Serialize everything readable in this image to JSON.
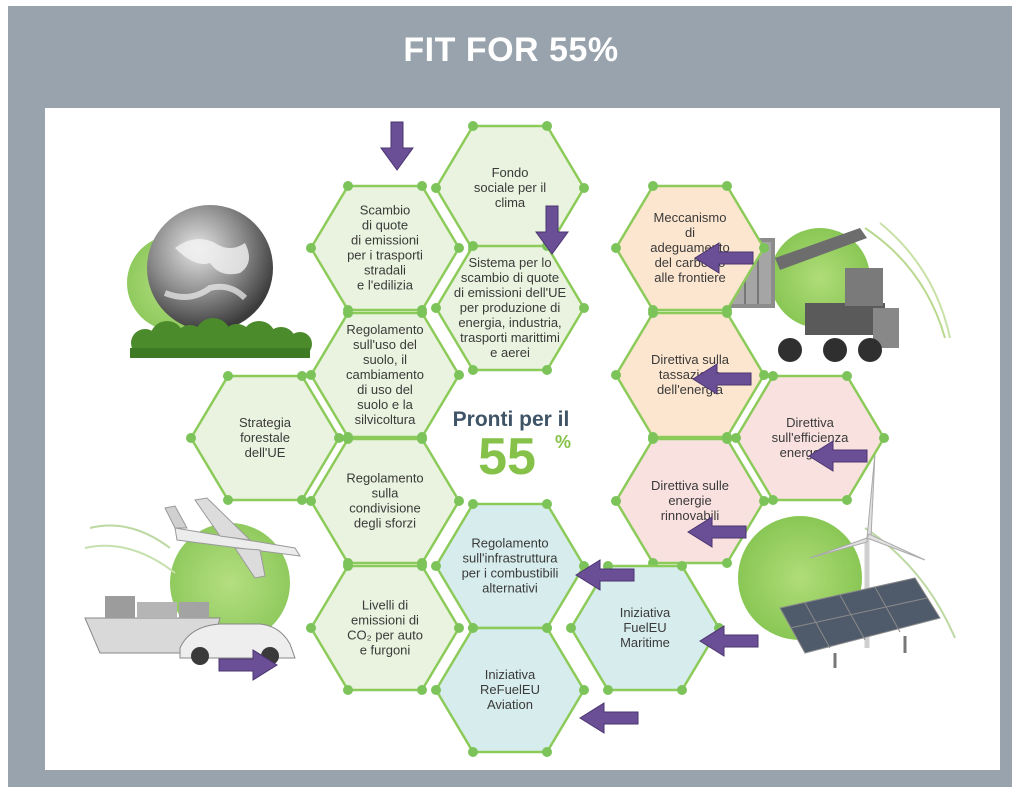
{
  "title": "FIT FOR 55%",
  "center": {
    "line1": "Pronti per il",
    "number": "55",
    "percent": "%"
  },
  "colors": {
    "frame": "#98a3ad",
    "hexStroke": "#8ccb5a",
    "node": "#7cc35a",
    "arrow": "#6b4f96",
    "green": "#eaf3df",
    "orange": "#fde6cf",
    "pink": "#f9e1df",
    "teal": "#d7ecec",
    "centerGreen": "#86c24a"
  },
  "hexes": [
    {
      "id": "fondo",
      "fill": "green",
      "lines": [
        "Fondo",
        "sociale per il",
        "clima"
      ]
    },
    {
      "id": "ets2",
      "fill": "green",
      "lines": [
        "Scambio",
        "di quote",
        "di emissioni",
        "per i trasporti",
        "stradali",
        "e l'edilizia"
      ]
    },
    {
      "id": "cbam",
      "fill": "orange",
      "lines": [
        "Meccanismo",
        "di",
        "adeguamento",
        "del carbonio",
        "alle frontiere"
      ]
    },
    {
      "id": "ets",
      "fill": "green",
      "lines": [
        "Sistema per lo",
        "scambio di quote",
        "di emissioni dell'UE",
        "per produzione di",
        "energia, industria,",
        "trasporti marittimi",
        "e aerei"
      ]
    },
    {
      "id": "lulucf",
      "fill": "green",
      "lines": [
        "Regolamento",
        "sull'uso del",
        "suolo, il",
        "cambiamento",
        "di uso del",
        "suolo e la",
        "silvicoltura"
      ]
    },
    {
      "id": "etd",
      "fill": "orange",
      "lines": [
        "Direttiva sulla",
        "tassazione",
        "dell'energia"
      ]
    },
    {
      "id": "forest",
      "fill": "green",
      "lines": [
        "Strategia",
        "forestale",
        "dell'UE"
      ]
    },
    {
      "id": "eed",
      "fill": "pink",
      "lines": [
        "Direttiva",
        "sull'efficienza",
        "energetica"
      ]
    },
    {
      "id": "esr",
      "fill": "green",
      "lines": [
        "Regolamento",
        "sulla",
        "condivisione",
        "degli sforzi"
      ]
    },
    {
      "id": "red",
      "fill": "pink",
      "lines": [
        "Direttiva sulle",
        "energie",
        "rinnovabili"
      ]
    },
    {
      "id": "afir",
      "fill": "teal",
      "lines": [
        "Regolamento",
        "sull'infrastruttura",
        "per i combustibili",
        "alternativi"
      ]
    },
    {
      "id": "co2",
      "fill": "green",
      "lines": [
        "Livelli di",
        "emissioni di",
        "CO₂ per auto",
        "e furgoni"
      ]
    },
    {
      "id": "fueleu",
      "fill": "teal",
      "lines": [
        "Iniziativa",
        "FuelEU",
        "Maritime"
      ]
    },
    {
      "id": "refueleu",
      "fill": "teal",
      "lines": [
        "Iniziativa",
        "ReFuelEU",
        "Aviation"
      ]
    }
  ],
  "arrows": [
    {
      "id": "ets2",
      "dir": "down"
    },
    {
      "id": "ets",
      "dir": "down"
    },
    {
      "id": "cbam",
      "dir": "left"
    },
    {
      "id": "etd",
      "dir": "left"
    },
    {
      "id": "eed",
      "dir": "left"
    },
    {
      "id": "red",
      "dir": "left"
    },
    {
      "id": "afir",
      "dir": "left"
    },
    {
      "id": "fueleu",
      "dir": "left"
    },
    {
      "id": "refueleu",
      "dir": "left"
    },
    {
      "id": "co2",
      "dir": "right"
    }
  ],
  "illustrations": [
    {
      "id": "globe-trees",
      "icon": "globe-icon"
    },
    {
      "id": "container-crane",
      "icon": "crane-icon"
    },
    {
      "id": "plane-ship-car",
      "icon": "transport-icon"
    },
    {
      "id": "wind-solar",
      "icon": "wind-turbine-icon"
    }
  ]
}
